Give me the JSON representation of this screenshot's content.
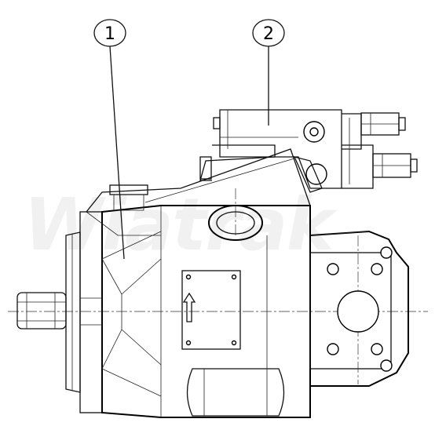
{
  "callouts": [
    {
      "label": "1"
    },
    {
      "label": "2"
    }
  ],
  "watermark": {
    "text": "Wiatrak"
  },
  "colors": {
    "line": "#000000",
    "background": "#ffffff"
  }
}
